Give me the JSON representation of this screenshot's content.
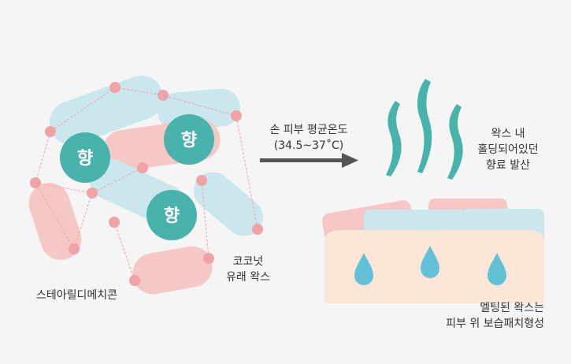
{
  "molecule": {
    "fragrance_glyph": "향",
    "fragrance_count": 3,
    "stearyl_label": "스테아릴디메치콘",
    "coconut_label_line1": "코코넛",
    "coconut_label_line2": "유래 왁스"
  },
  "process": {
    "arrow_line1": "손 피부 평균온도",
    "arrow_line2": "(34.5~37˚C)"
  },
  "result": {
    "release_line1": "왁스 내",
    "release_line2": "홀딩되어있던",
    "release_line3": "향료 발산",
    "patch_line1": "멜팅된 왁스는",
    "patch_line2": "피부 위 보습패치형성"
  },
  "colors": {
    "teal": "#47b3ac",
    "light_blue": "#cbe7ee",
    "light_pink": "#f5c8c6",
    "dot_pink": "#f0a3a6",
    "skin": "#fbe6d8",
    "droplet": "#62c1d7",
    "arrow": "#555555"
  },
  "icons": {
    "steam": "steam-icon",
    "droplet": "droplet-icon",
    "arrow": "arrow-right-icon"
  }
}
